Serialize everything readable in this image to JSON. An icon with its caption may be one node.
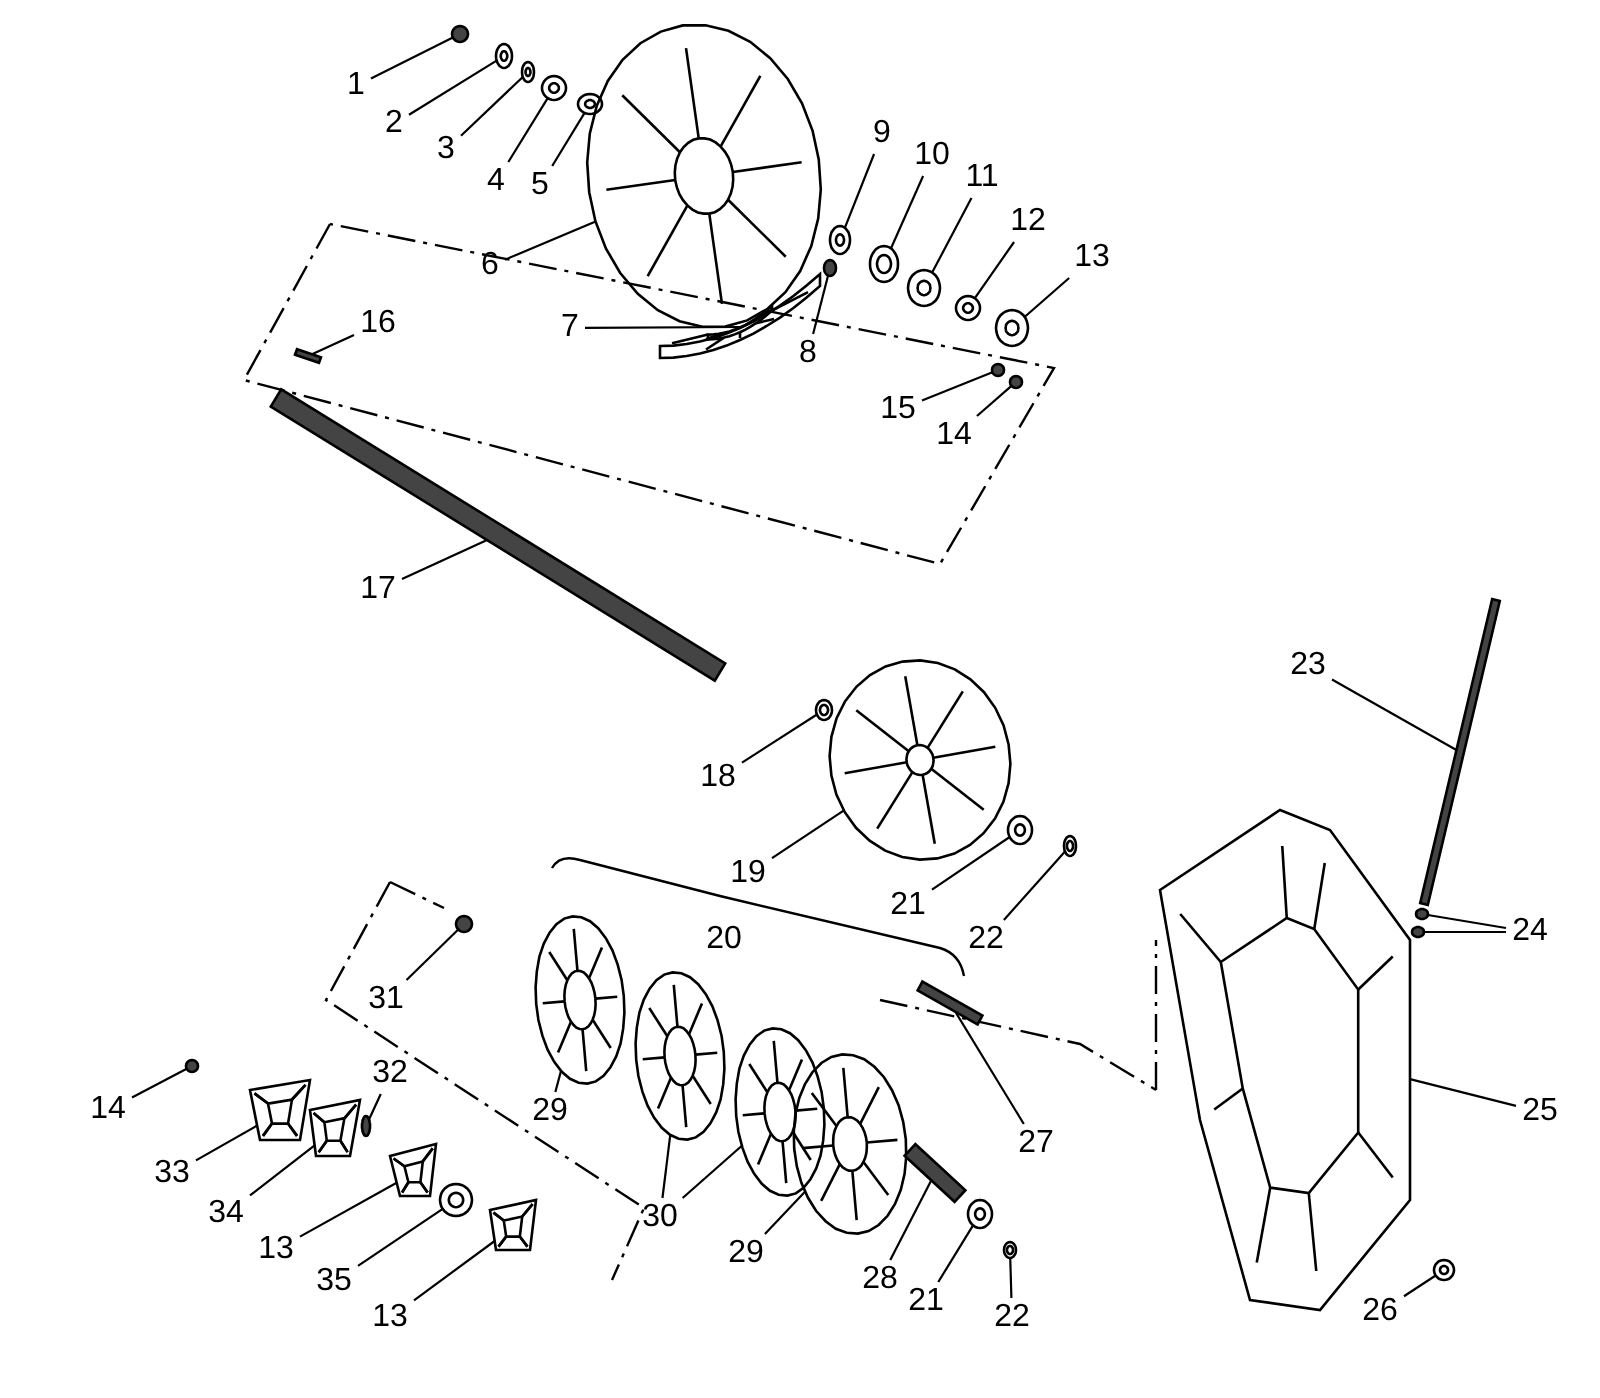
{
  "diagram": {
    "nodes": [
      {
        "text": [
          "1"
        ]
      },
      {
        "text": [
          "2"
        ]
      },
      {
        "text": [
          "3"
        ]
      },
      {
        "text": [
          "4"
        ]
      },
      {
        "text": [
          "5"
        ]
      },
      {
        "text": [
          "6"
        ]
      },
      {
        "text": [
          "7"
        ]
      },
      {
        "text": [
          "8"
        ]
      },
      {
        "text": [
          "9"
        ]
      },
      {
        "text": [
          "10"
        ]
      },
      {
        "text": [
          "11"
        ]
      },
      {
        "text": [
          "12"
        ]
      },
      {
        "text": [
          "13"
        ]
      },
      {
        "text": [
          "15"
        ]
      },
      {
        "text": [
          "14"
        ]
      },
      {
        "text": [
          "16"
        ]
      },
      {
        "text": [
          "17"
        ]
      },
      {
        "text": [
          "18"
        ]
      },
      {
        "text": [
          "19"
        ]
      },
      {
        "text": [
          "21"
        ]
      },
      {
        "text": [
          "22"
        ]
      },
      {
        "text": [
          "23"
        ]
      },
      {
        "text": [
          "24"
        ]
      },
      {
        "text": [
          "25"
        ]
      },
      {
        "text": [
          "31"
        ]
      },
      {
        "text": [
          "29"
        ]
      },
      {
        "text": [
          "27"
        ]
      },
      {
        "text": [
          "14"
        ]
      },
      {
        "text": [
          "33"
        ]
      },
      {
        "text": [
          "34"
        ]
      },
      {
        "text": [
          "32"
        ]
      },
      {
        "text": [
          "13"
        ]
      },
      {
        "text": [
          "35"
        ]
      },
      {
        "text": [
          "13"
        ]
      },
      {
        "text": [
          "30"
        ]
      },
      {
        "text": [
          "29"
        ]
      },
      {
        "text": [
          "28"
        ]
      },
      {
        "text": [
          "21"
        ]
      },
      {
        "text": [
          "22"
        ]
      },
      {
        "text": [
          "26"
        ]
      },
      {
        "text": [],
        "shape": "circle"
      },
      {
        "text": [],
        "shape": "circle"
      },
      {
        "text": [],
        "shape": "circle"
      },
      {
        "text": [],
        "shape": "circle"
      },
      {
        "text": [],
        "shape": "circle"
      },
      {
        "text": [],
        "shape": "picture"
      },
      {
        "text": [],
        "shape": "picture"
      },
      {
        "text": [],
        "shape": "circle"
      },
      {
        "text": [],
        "shape": "circle"
      },
      {
        "text": [],
        "shape": "circle"
      },
      {
        "text": [],
        "shape": "circle"
      },
      {
        "text": [],
        "shape": "circle"
      },
      {
        "text": [],
        "shape": "circle"
      },
      {
        "text": [],
        "shape": "circle"
      },
      {
        "text": [],
        "shape": "circle"
      },
      {
        "text": [],
        "shape": "bar"
      },
      {
        "text": [],
        "shape": "bar"
      },
      {
        "text": [],
        "shape": "circle"
      },
      {
        "text": [],
        "shape": "picture"
      },
      {
        "text": [],
        "shape": "circle"
      },
      {
        "text": [],
        "shape": "circle"
      },
      {
        "text": [],
        "shape": "bar"
      },
      {
        "text": [],
        "shape": "circle"
      },
      {
        "text": [],
        "shape": "circle"
      },
      {
        "text": [],
        "shape": "picture"
      },
      {
        "text": [],
        "shape": "circle"
      },
      {
        "text": [],
        "shape": "picture"
      },
      {
        "text": [],
        "shape": "bar"
      },
      {
        "text": [],
        "shape": "circle"
      },
      {
        "text": [],
        "shape": "picture"
      },
      {
        "text": [],
        "shape": "picture"
      },
      {
        "text": [],
        "shape": "circle"
      },
      {
        "text": [],
        "shape": "picture"
      },
      {
        "text": [],
        "shape": "circle"
      },
      {
        "text": [],
        "shape": "picture"
      },
      {
        "text": [],
        "shape": "picture"
      },
      {
        "text": [],
        "shape": "picture"
      },
      {
        "text": [],
        "shape": "picture"
      },
      {
        "text": [],
        "shape": "bar"
      },
      {
        "text": [],
        "shape": "circle"
      },
      {
        "text": [],
        "shape": "circle"
      },
      {
        "text": [],
        "shape": "circle"
      }
    ],
    "edges": [
      {
        "from": 0,
        "to": 40,
        "arrow": "none"
      },
      {
        "from": 1,
        "to": 41,
        "arrow": "none"
      },
      {
        "from": 2,
        "to": 42,
        "arrow": "none"
      },
      {
        "from": 3,
        "to": 43,
        "arrow": "none"
      },
      {
        "from": 4,
        "to": 44,
        "arrow": "none"
      },
      {
        "from": 5,
        "to": 45,
        "arrow": "none"
      },
      {
        "from": 6,
        "to": 46,
        "arrow": "none"
      },
      {
        "from": 7,
        "to": 47,
        "arrow": "none"
      },
      {
        "from": 8,
        "to": 48,
        "arrow": "none"
      },
      {
        "from": 9,
        "to": 49,
        "arrow": "none"
      },
      {
        "from": 10,
        "to": 50,
        "arrow": "none"
      },
      {
        "from": 11,
        "to": 51,
        "arrow": "none"
      },
      {
        "from": 12,
        "to": 52,
        "arrow": "none"
      },
      {
        "from": 13,
        "to": 53,
        "arrow": "none"
      },
      {
        "from": 14,
        "to": 54,
        "arrow": "none"
      },
      {
        "from": 15,
        "to": 55,
        "arrow": "none"
      },
      {
        "from": 16,
        "to": 56,
        "arrow": "none"
      },
      {
        "from": 17,
        "to": 57,
        "arrow": "none"
      },
      {
        "from": 18,
        "to": 58,
        "arrow": "none"
      },
      {
        "from": 19,
        "to": 59,
        "arrow": "none"
      },
      {
        "from": 20,
        "to": 60,
        "arrow": "none"
      },
      {
        "from": 21,
        "to": 61,
        "arrow": "none"
      },
      {
        "from": 22,
        "to": 62,
        "arrow": "none"
      },
      {
        "from": 22,
        "to": 63,
        "arrow": "none"
      },
      {
        "from": 23,
        "to": 64,
        "arrow": "none"
      },
      {
        "from": 24,
        "to": 65,
        "arrow": "none"
      },
      {
        "from": 25,
        "to": 66,
        "arrow": "none"
      },
      {
        "from": 26,
        "to": 67,
        "arrow": "none"
      },
      {
        "from": 27,
        "to": 68,
        "arrow": "none"
      },
      {
        "from": 28,
        "to": 69,
        "arrow": "none"
      },
      {
        "from": 29,
        "to": 70,
        "arrow": "none"
      },
      {
        "from": 30,
        "to": 71,
        "arrow": "none"
      },
      {
        "from": 31,
        "to": 72,
        "arrow": "none"
      },
      {
        "from": 32,
        "to": 73,
        "arrow": "none"
      },
      {
        "from": 33,
        "to": 74,
        "arrow": "none"
      },
      {
        "from": 34,
        "to": 75,
        "arrow": "none"
      },
      {
        "from": 34,
        "to": 76,
        "arrow": "none"
      },
      {
        "from": 35,
        "to": 77,
        "arrow": "none"
      },
      {
        "from": 36,
        "to": 78,
        "arrow": "none"
      },
      {
        "from": 37,
        "to": 79,
        "arrow": "none"
      },
      {
        "from": 38,
        "to": 80,
        "arrow": "none"
      },
      {
        "from": 39,
        "to": 81,
        "arrow": "none"
      }
    ],
    "labels": [
      "20"
    ]
  }
}
